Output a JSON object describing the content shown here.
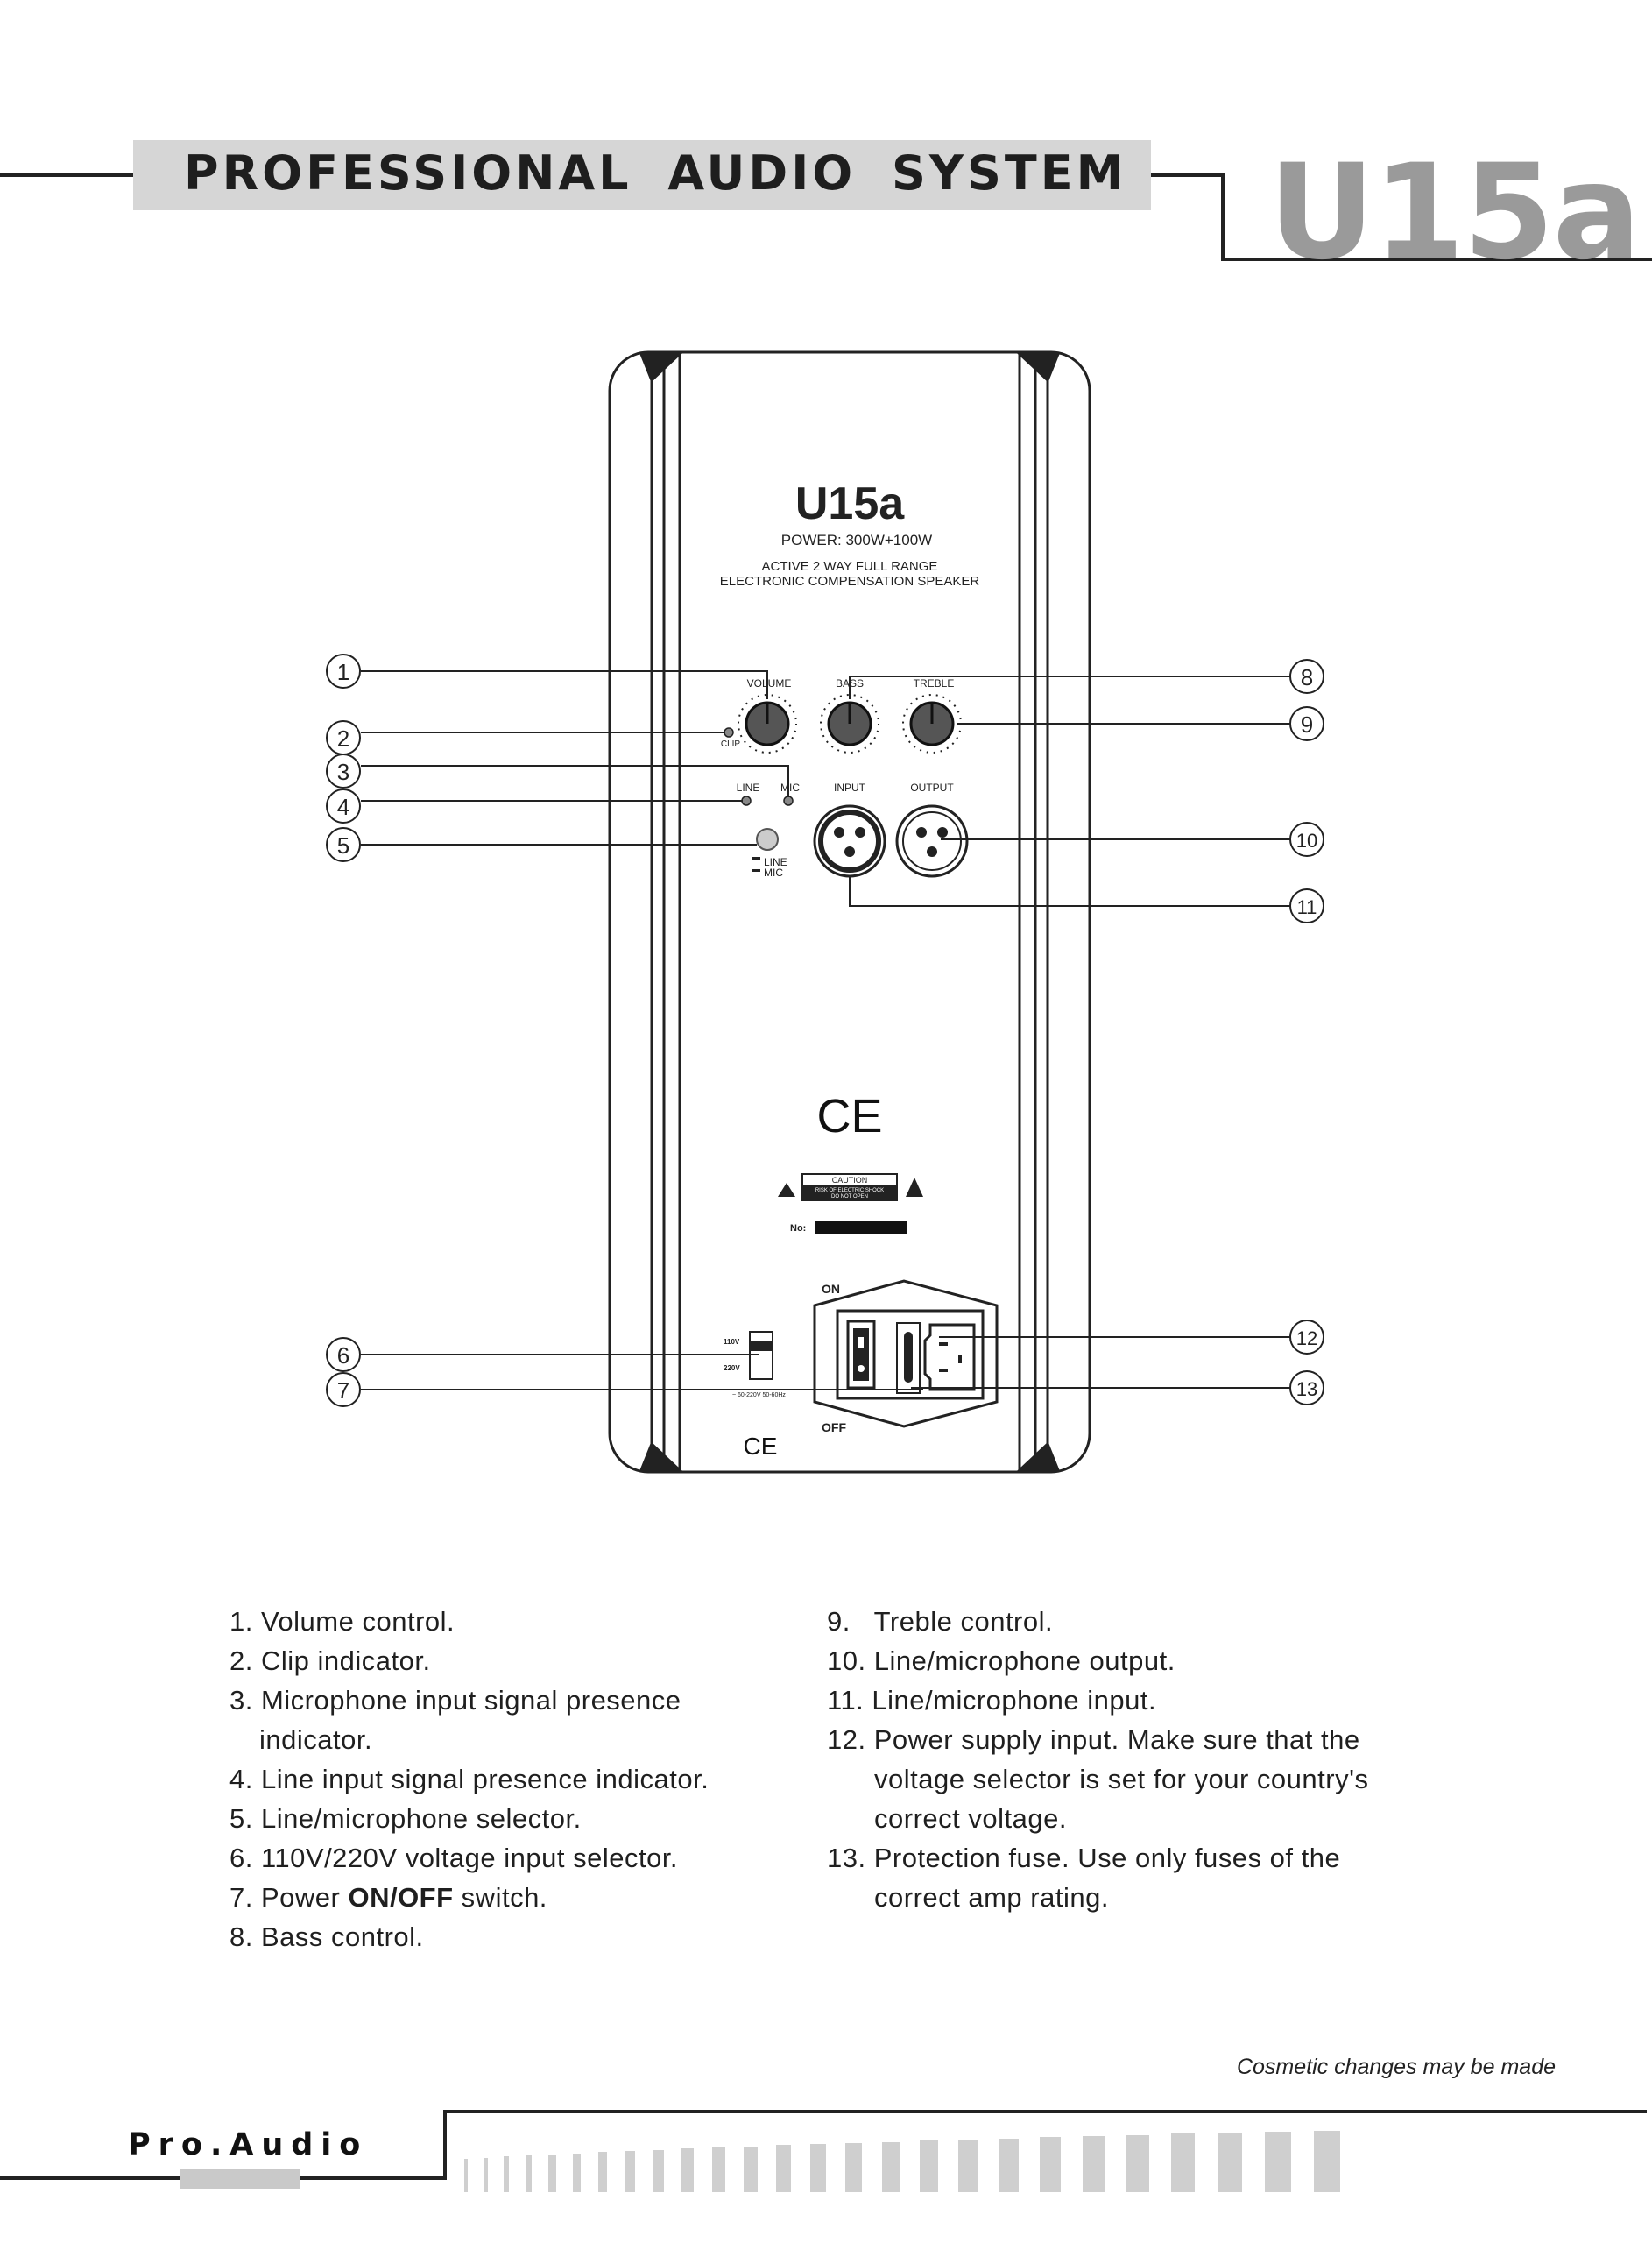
{
  "header": {
    "title": "PROFESSIONAL AUDIO SYSTEM",
    "model": "U15a"
  },
  "panel": {
    "model": "U15a",
    "power": "POWER: 300W+100W",
    "desc_line1": "ACTIVE 2 WAY FULL RANGE",
    "desc_line2": "ELECTRONIC COMPENSATION SPEAKER",
    "knob_labels": [
      "VOLUME",
      "BASS",
      "TREBLE"
    ],
    "clip_label": "CLIP",
    "line_label": "LINE",
    "mic_label": "MIC",
    "input_label": "INPUT",
    "output_label": "OUTPUT",
    "selector_line": "LINE",
    "selector_mic": "MIC",
    "ce_mark": "CE",
    "caution_title": "CAUTION",
    "caution_line1": "RISK OF ELECTRIC SHOCK",
    "caution_line2": "DO NOT OPEN",
    "serial_label": "No:",
    "on_label": "ON",
    "off_label": "OFF",
    "v110": "110V",
    "v220": "220V",
    "mains_spec": "~ 60-220V 50-60Hz"
  },
  "callouts": [
    "1",
    "2",
    "3",
    "4",
    "5",
    "6",
    "7",
    "8",
    "9",
    "10",
    "11",
    "12",
    "13"
  ],
  "legend": {
    "left": [
      {
        "lines": [
          "1. Volume control."
        ]
      },
      {
        "lines": [
          "2. Clip indicator."
        ]
      },
      {
        "lines": [
          "3. Microphone input signal presence",
          "indicator."
        ]
      },
      {
        "lines": [
          "4. Line input signal presence indicator."
        ]
      },
      {
        "lines": [
          "5. Line/microphone selector."
        ]
      },
      {
        "lines": [
          "6. 110V/220V voltage input selector."
        ]
      },
      {
        "pre": "7. Power ",
        "bold": "ON/OFF",
        "post": " switch."
      },
      {
        "lines": [
          "8. Bass control."
        ]
      }
    ],
    "right": [
      {
        "lines": [
          "9.   Treble control."
        ]
      },
      {
        "lines": [
          "10. Line/microphone output."
        ]
      },
      {
        "lines": [
          "11. Line/microphone input."
        ]
      },
      {
        "lines": [
          "12. Power supply input. Make sure that the",
          "voltage selector is set for your country's",
          "correct voltage."
        ]
      },
      {
        "lines": [
          "13. Protection fuse. Use only fuses of the",
          "correct amp rating."
        ]
      }
    ]
  },
  "note": "Cosmetic changes may be made",
  "footer": {
    "brand": "Pro.Audio"
  }
}
